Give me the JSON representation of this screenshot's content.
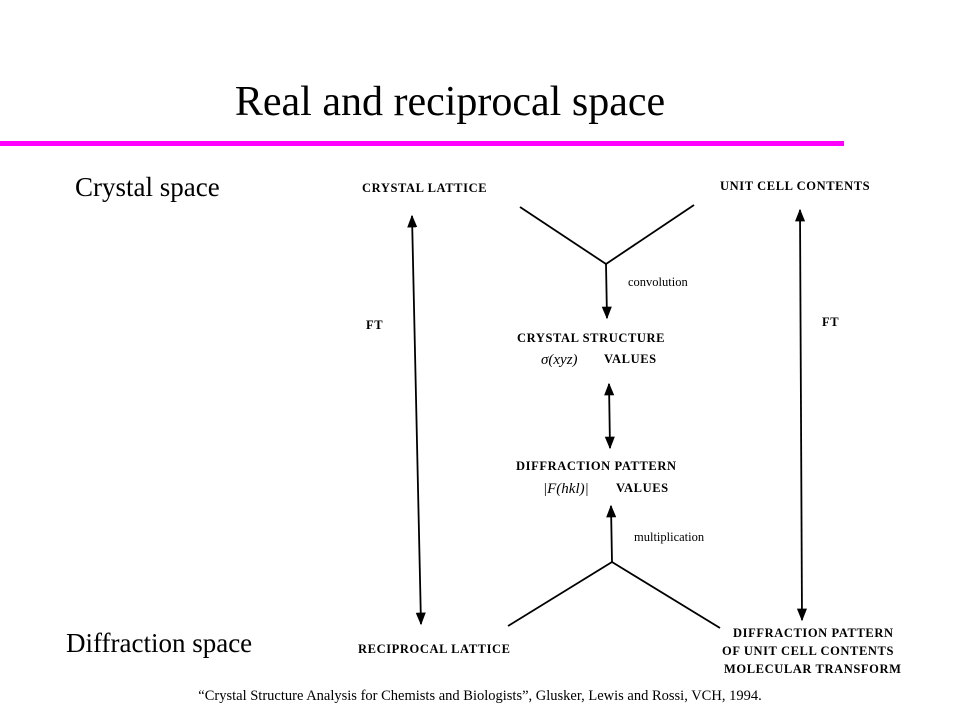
{
  "slide": {
    "title": "Real and reciprocal space",
    "accent_color": "#ff00ff",
    "left_labels": {
      "top": "Crystal space",
      "bottom": "Diffraction space"
    },
    "caption": "“Crystal Structure Analysis for Chemists and Biologists”, Glusker, Lewis and Rossi, VCH, 1994."
  },
  "diagram": {
    "crystal_lattice": "CRYSTAL LATTICE",
    "unit_cell_contents": "UNIT CELL CONTENTS",
    "convolution": "convolution",
    "crystal_structure": "CRYSTAL STRUCTURE",
    "sigma_values_math": "σ(xyz)",
    "sigma_values_word": "VALUES",
    "diffraction_pattern": "DIFFRACTION PATTERN",
    "f_values_math": "|F(hkl)|",
    "f_values_word": "VALUES",
    "multiplication": "multiplication",
    "reciprocal_lattice": "RECIPROCAL LATTICE",
    "dp_unit_cell_line1": "DIFFRACTION PATTERN",
    "dp_unit_cell_line2": "OF UNIT CELL CONTENTS",
    "molecular_transform": "MOLECULAR TRANSFORM",
    "ft_left": "FT",
    "ft_right": "FT"
  }
}
